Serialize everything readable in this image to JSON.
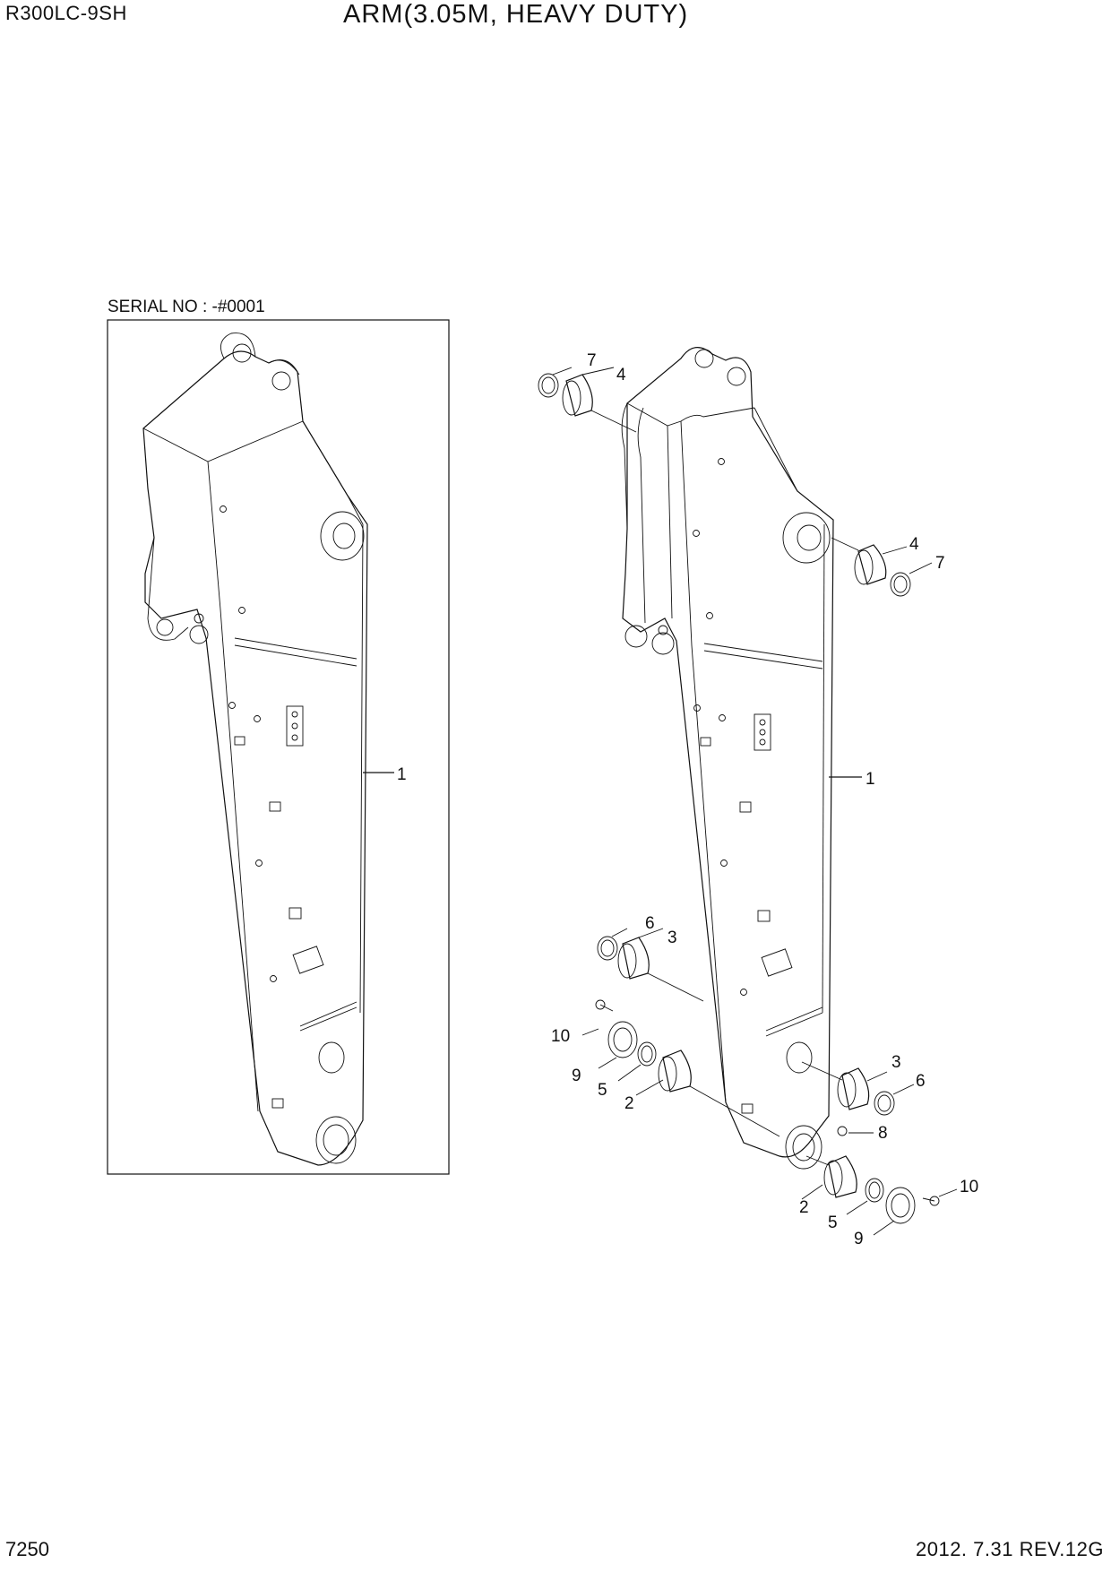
{
  "header": {
    "model": "R300LC-9SH",
    "title": "ARM(3.05M, HEAVY DUTY)"
  },
  "serial_label": "SERIAL NO : -#0001",
  "footer": {
    "page_number": "7250",
    "revision": "2012. 7.31  REV.12G"
  },
  "callouts": {
    "left": [
      "1"
    ],
    "right": [
      "7",
      "4",
      "4",
      "7",
      "1",
      "6",
      "3",
      "10",
      "9",
      "5",
      "2",
      "3",
      "6",
      "8",
      "10",
      "2",
      "5",
      "9"
    ]
  }
}
